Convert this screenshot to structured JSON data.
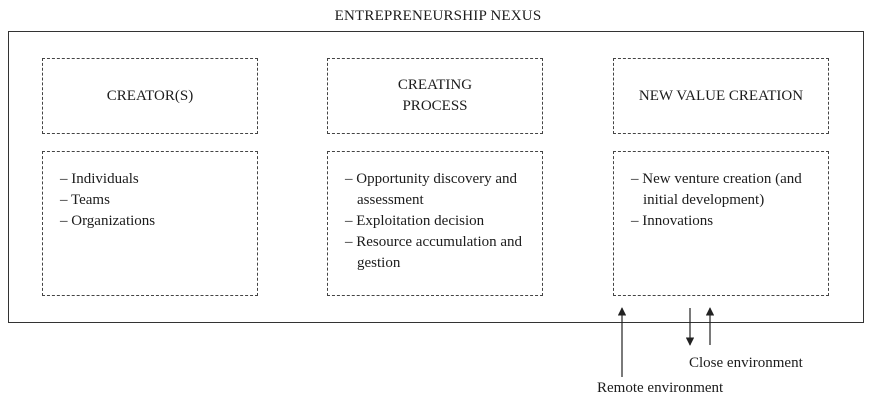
{
  "title": "ENTREPRENEURSHIP NEXUS",
  "columns": [
    {
      "heading": "CREATOR(S)",
      "items": [
        "Individuals",
        "Teams",
        "Organizations"
      ]
    },
    {
      "heading": "CREATING PROCESS",
      "items": [
        "Opportunity discovery and assessment",
        "Exploitation decision",
        "Resource accumulation and gestion"
      ]
    },
    {
      "heading": "NEW VALUE CREATION",
      "items": [
        "New venture creation (and initial development)",
        "Innovations"
      ]
    }
  ],
  "environment": {
    "close": "Close environment",
    "remote": "Remote environment"
  }
}
